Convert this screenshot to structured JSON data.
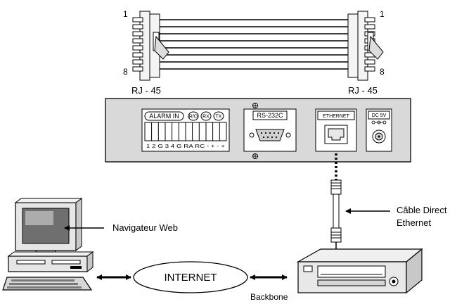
{
  "cable": {
    "pin_first_left": "1",
    "pin_last_left": "8",
    "pin_first_right": "1",
    "pin_last_right": "8",
    "connector_left": "RJ - 45",
    "connector_right": "RJ - 45"
  },
  "panel": {
    "alarm_in": "ALARM IN",
    "ro": "R/O",
    "rx": "RX",
    "tx": "TX",
    "terminal_labels": "1 2 G 3 4 G RA RC - + - +",
    "rs232": "RS-232C",
    "ethernet": "ETHERNET",
    "dc": "DC 5V"
  },
  "labels": {
    "browser": "Navigateur Web",
    "internet": "INTERNET",
    "backbone": "Backbone",
    "cable_line1": "Câble Direct",
    "cable_line2": "Ethernet"
  }
}
